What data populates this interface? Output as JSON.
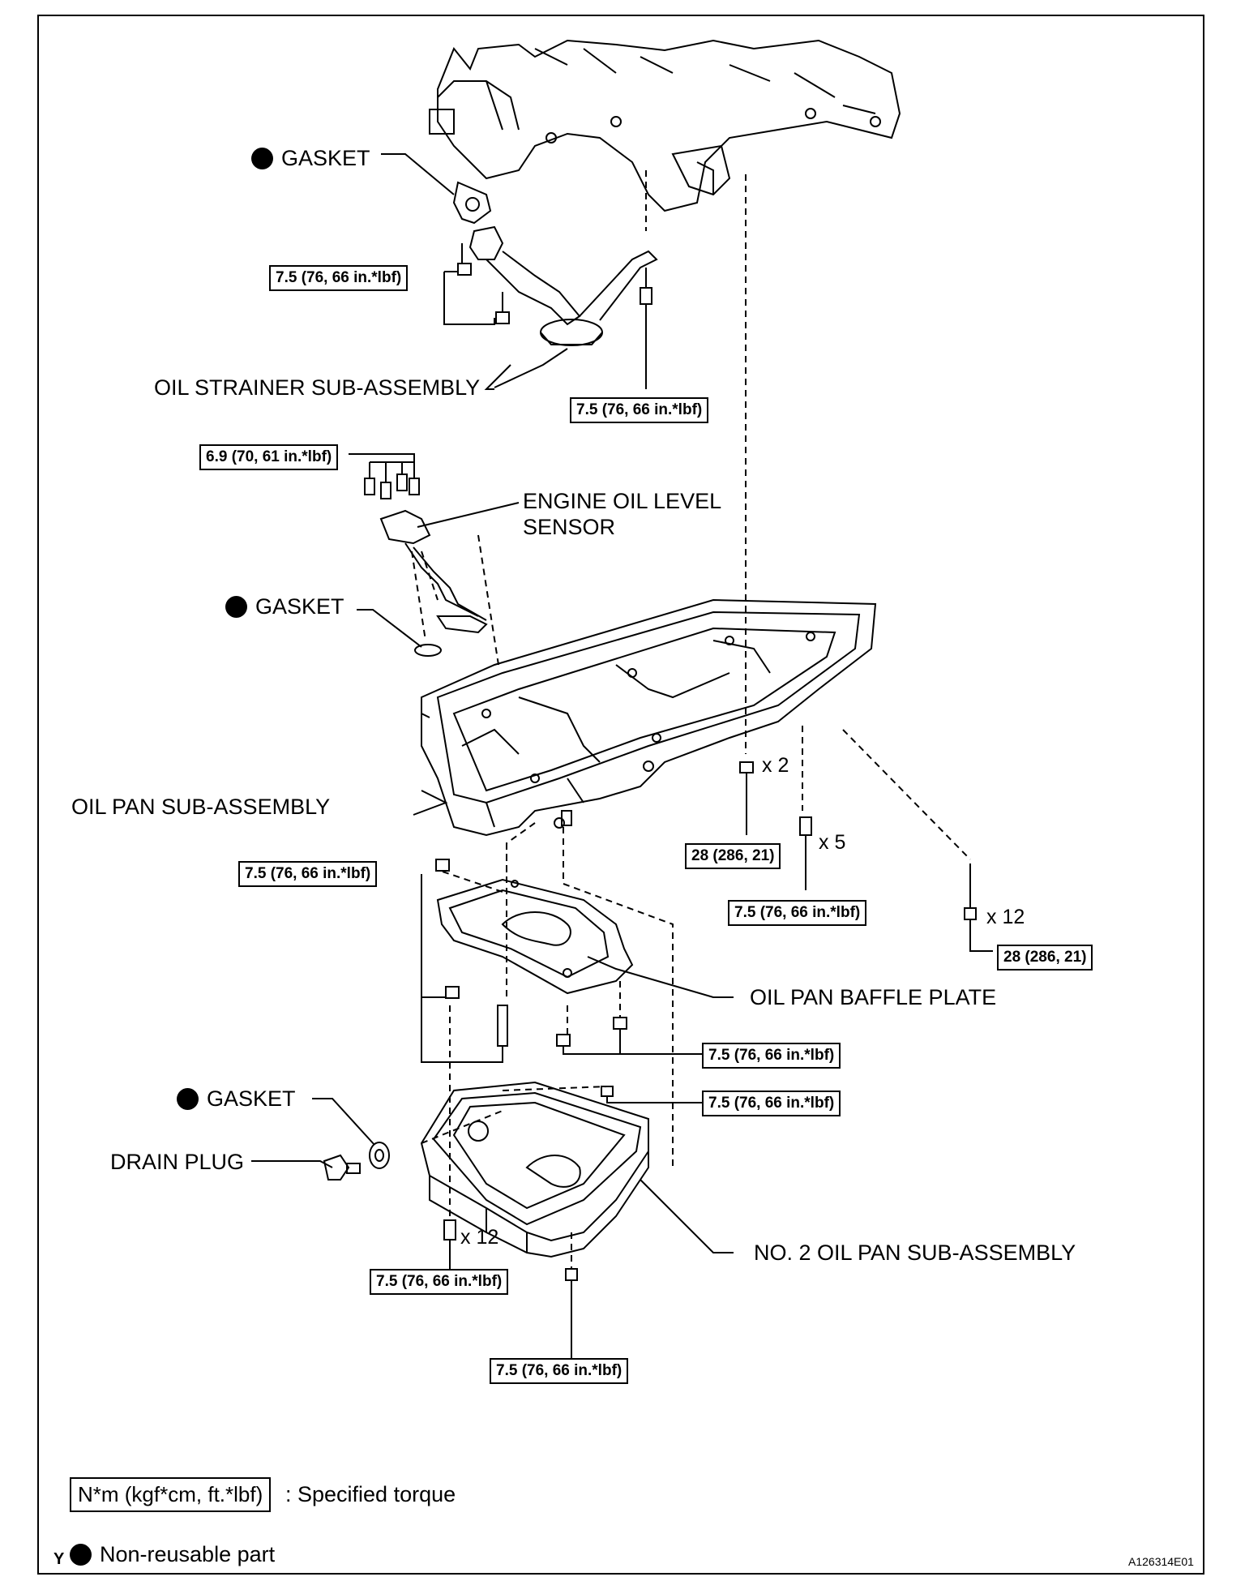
{
  "labels": {
    "gasket_top": "GASKET",
    "oil_strainer": "OIL STRAINER SUB-ASSEMBLY",
    "engine_sensor_l1": "ENGINE OIL LEVEL",
    "engine_sensor_l2": "SENSOR",
    "gasket_mid": "GASKET",
    "oil_pan": "OIL PAN SUB-ASSEMBLY",
    "baffle_plate": "OIL PAN BAFFLE PLATE",
    "gasket_bottom": "GASKET",
    "drain_plug": "DRAIN PLUG",
    "no2_oil_pan": "NO. 2 OIL PAN SUB-ASSEMBLY"
  },
  "torques": {
    "t1": "7.5 (76, 66 in.*lbf)",
    "t2": "7.5 (76, 66 in.*lbf)",
    "t3": "6.9 (70, 61 in.*lbf)",
    "t4": "28 (286, 21)",
    "t5": "7.5 (76, 66 in.*lbf)",
    "t6": "28 (286, 21)",
    "t7": "7.5 (76, 66 in.*lbf)",
    "t8": "7.5 (76, 66 in.*lbf)",
    "t9": "7.5 (76, 66 in.*lbf)",
    "t10": "7.5 (76, 66 in.*lbf)",
    "t11": "7.5 (76, 66 in.*lbf)"
  },
  "multipliers": {
    "m1": "x 2",
    "m2": "x 5",
    "m3": "x 12",
    "m4": "x 12"
  },
  "legend": {
    "torque_box": "N*m (kgf*cm, ft.*lbf)",
    "torque_text": ": Specified torque",
    "nonreusable_text": "Non-reusable part"
  },
  "corner": {
    "left": "Y",
    "right": "A126314E01"
  }
}
